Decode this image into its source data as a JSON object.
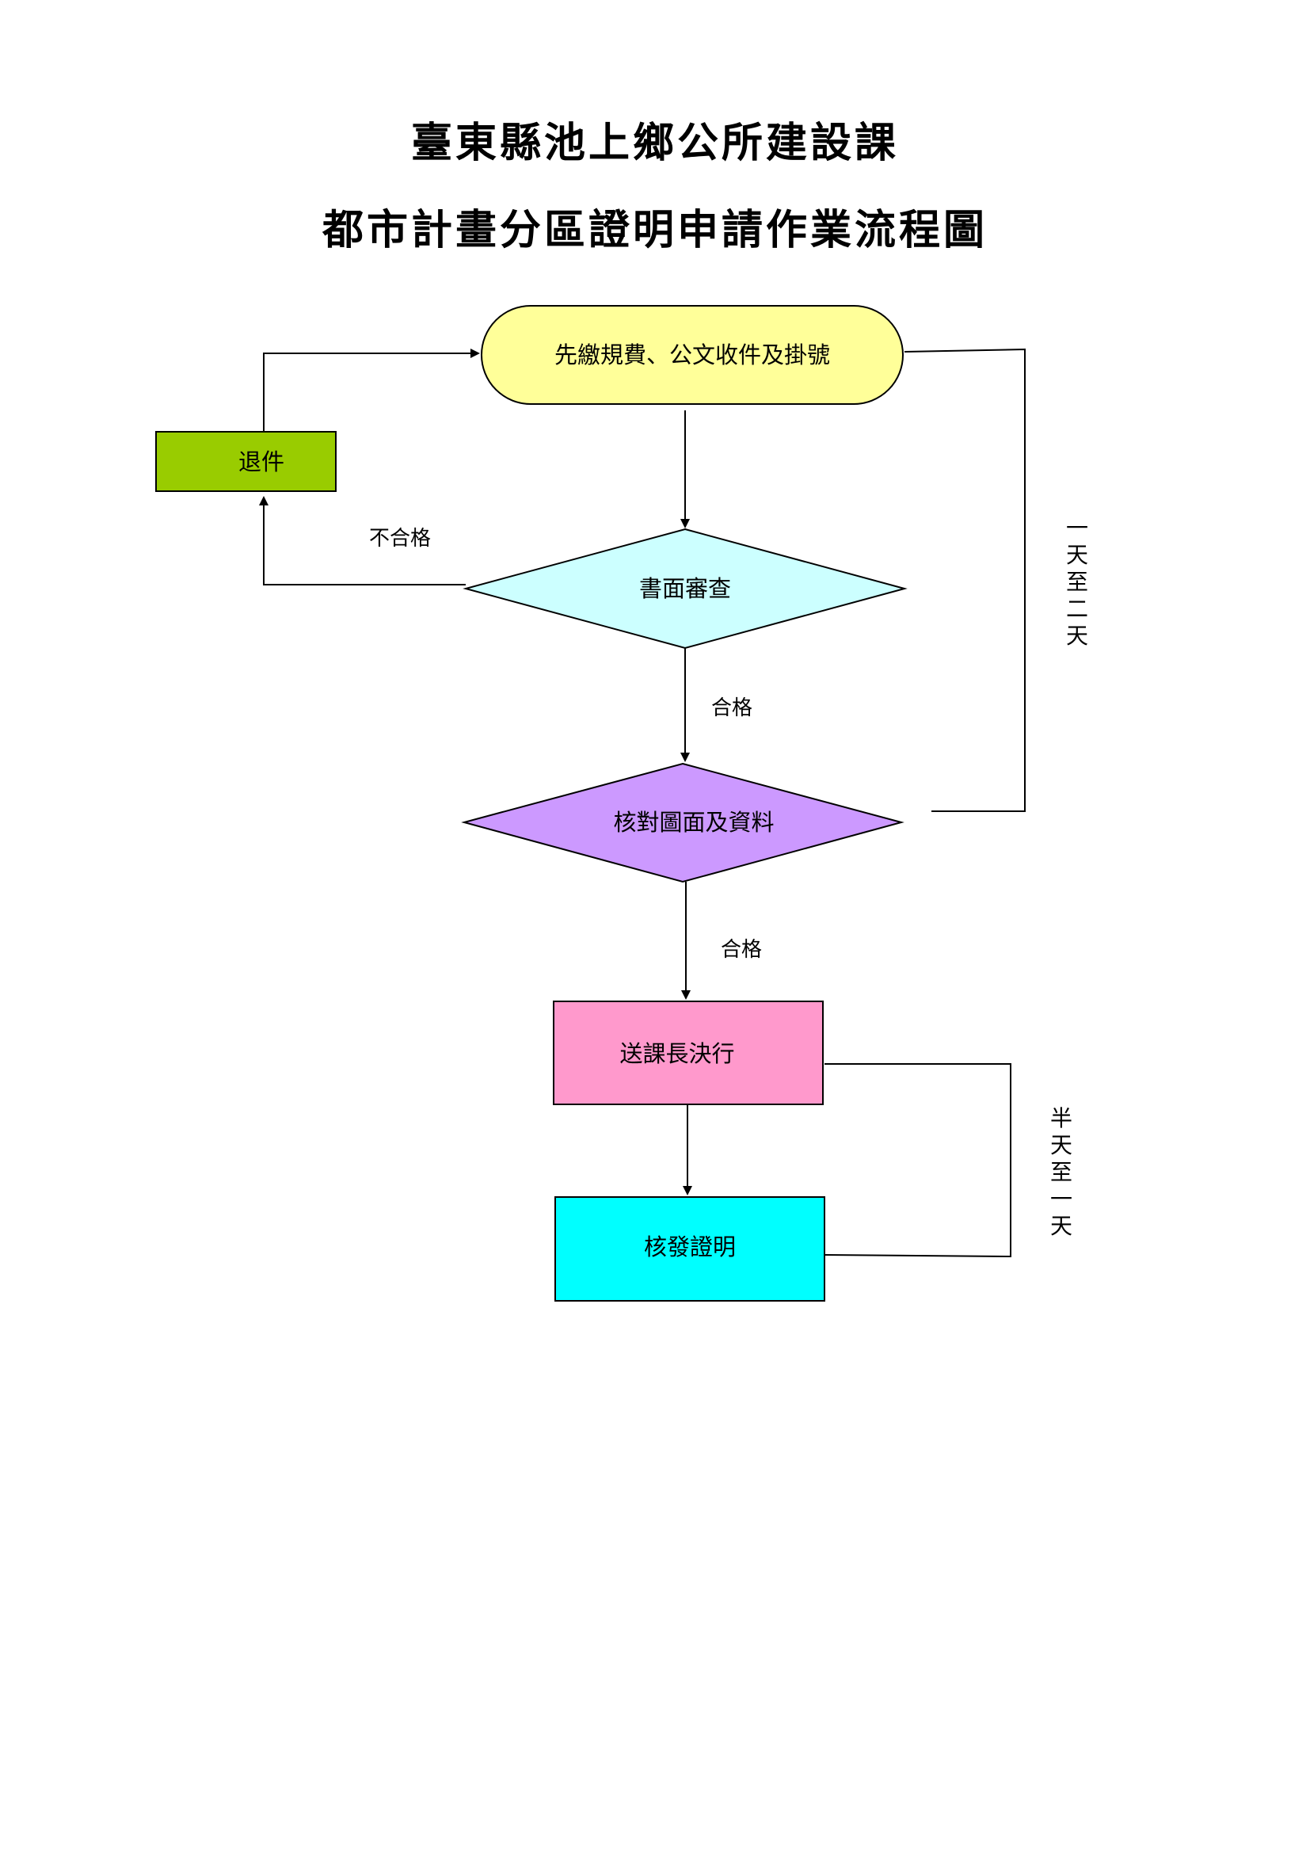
{
  "header": {
    "office": "臺東縣池上鄉公所建設課",
    "title": "都市計畫分區證明申請作業流程圖"
  },
  "nodes": {
    "start": "先繳規費、公文收件及掛號",
    "review": "書面審查",
    "return": "退件",
    "verify": "核對圖面及資料",
    "chief": "送課長決行",
    "issue": "核發證明"
  },
  "edges": {
    "fail": "不合格",
    "pass1": "合格",
    "pass2": "合格"
  },
  "durations": {
    "stage1": "一天至二天",
    "stage2": "半天至一天"
  },
  "colors": {
    "start": "#ffff99",
    "review": "#ccffff",
    "return": "#99cc00",
    "verify": "#cc99ff",
    "chief": "#ff99cc",
    "issue": "#00ffff"
  }
}
